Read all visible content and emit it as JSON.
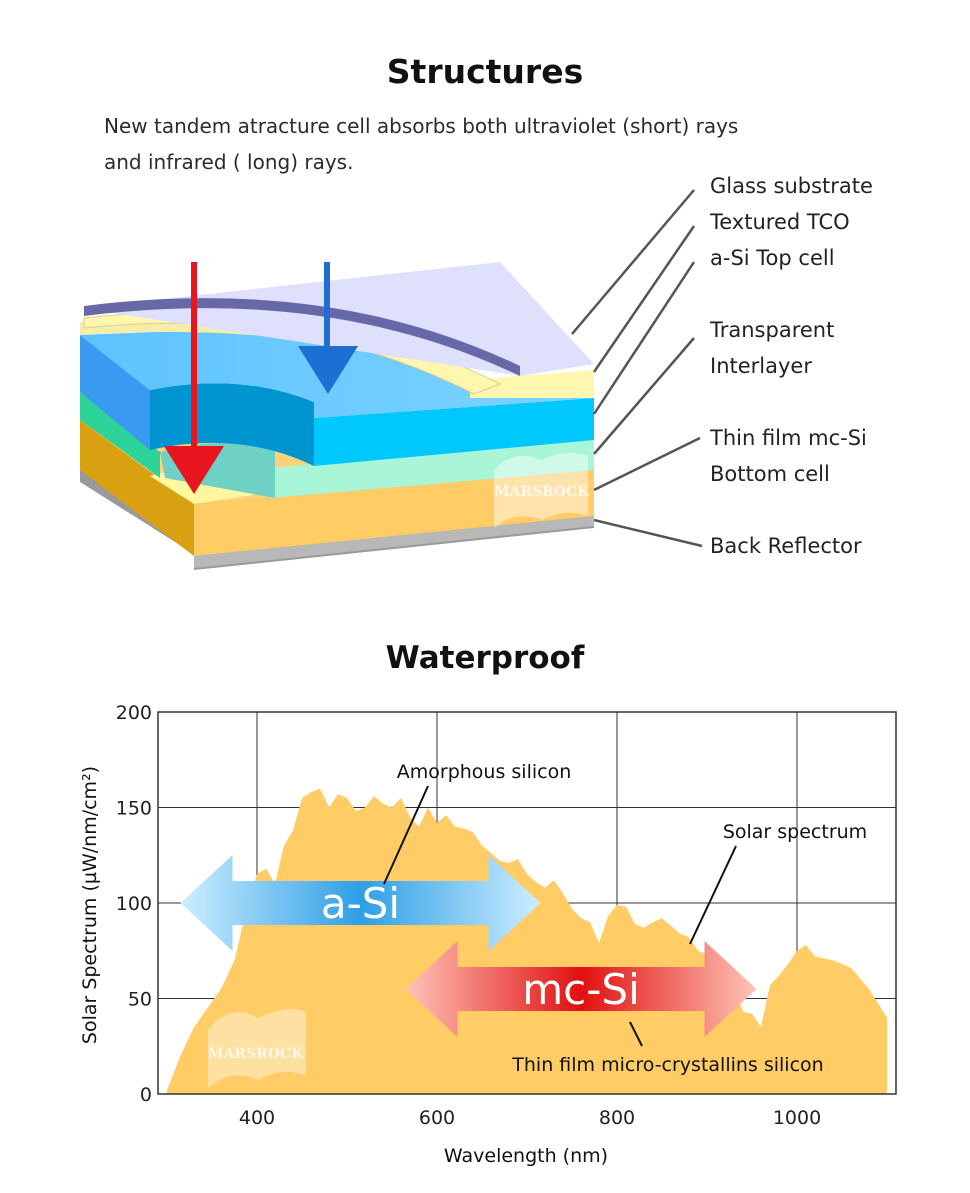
{
  "structures": {
    "title": "Structures",
    "description_line1": "New tandem atracture cell absorbs both ultraviolet (short) rays",
    "description_line2": "and infrared ( long) rays.",
    "labels": [
      {
        "line1": "Glass substrate",
        "line2": ""
      },
      {
        "line1": "Textured TCO",
        "line2": ""
      },
      {
        "line1": "a-Si Top cell",
        "line2": ""
      },
      {
        "line1": "Transparent",
        "line2": "Interlayer"
      },
      {
        "line1": "Thin film mc-Si",
        "line2": "Bottom cell"
      },
      {
        "line1": "Back Reflector",
        "line2": ""
      }
    ],
    "watermark": "MARSROCK",
    "colors": {
      "glass": "#dfe0fb",
      "tco": "#fff6b0",
      "asi_top": "#64c8ff",
      "asi_side": "#3a99f0",
      "interlayer": "#a8f5d8",
      "mcsi_top": "#ffd27a",
      "mcsi_side": "#d9a012",
      "reflector": "#9a9a9a",
      "red_arrow": "#e8141e",
      "blue_arrow": "#1e6fd4"
    }
  },
  "waterproof": {
    "title": "Waterproof"
  },
  "chart_data": {
    "type": "area",
    "title": "",
    "xlabel": "Wavelength (nm)",
    "ylabel": "Solar Spectrum (µW/nm/cm²)",
    "xlim": [
      290,
      1110
    ],
    "ylim": [
      0,
      200
    ],
    "x_ticks": [
      400,
      600,
      800,
      1000
    ],
    "y_ticks": [
      0,
      50,
      100,
      150,
      200
    ],
    "grid": true,
    "series": [
      {
        "name": "Solar spectrum",
        "color": "#ffcc66",
        "x": [
          300,
          315,
          330,
          345,
          360,
          375,
          390,
          400,
          410,
          420,
          430,
          440,
          450,
          460,
          470,
          480,
          490,
          500,
          510,
          520,
          530,
          540,
          550,
          560,
          570,
          580,
          590,
          600,
          610,
          620,
          630,
          640,
          650,
          660,
          670,
          680,
          690,
          700,
          710,
          720,
          730,
          740,
          750,
          760,
          770,
          780,
          790,
          800,
          810,
          820,
          830,
          840,
          850,
          860,
          870,
          880,
          890,
          900,
          910,
          920,
          930,
          940,
          950,
          960,
          970,
          980,
          990,
          1000,
          1010,
          1020,
          1040,
          1060,
          1080,
          1100
        ],
        "y": [
          2,
          20,
          35,
          45,
          55,
          70,
          100,
          115,
          118,
          110,
          130,
          138,
          155,
          158,
          160,
          150,
          157,
          155,
          148,
          150,
          156,
          152,
          150,
          155,
          145,
          140,
          150,
          142,
          146,
          140,
          139,
          137,
          130,
          126,
          122,
          121,
          123,
          115,
          111,
          108,
          112,
          105,
          97,
          92,
          90,
          79,
          93,
          99,
          98,
          89,
          87,
          90,
          92,
          88,
          84,
          82,
          75,
          73,
          66,
          60,
          57,
          43,
          42,
          35,
          57,
          62,
          68,
          75,
          78,
          72,
          70,
          66,
          55,
          40
        ]
      }
    ],
    "annotations": [
      {
        "text": "Amorphous silicon"
      },
      {
        "text": "Solar spectrum"
      },
      {
        "text": "Thin film micro-crystallins silicon"
      }
    ],
    "bands": [
      {
        "label": "a-Si",
        "x_start": 315,
        "x_end": 715,
        "y": 100,
        "color_start": "#cdeeff",
        "color_end": "#2e9ee6"
      },
      {
        "label": "mc-Si",
        "x_start": 565,
        "x_end": 955,
        "y": 55,
        "color_start": "#ffc4b8",
        "color_end": "#e01010"
      }
    ],
    "watermark": "MARSROCK"
  }
}
